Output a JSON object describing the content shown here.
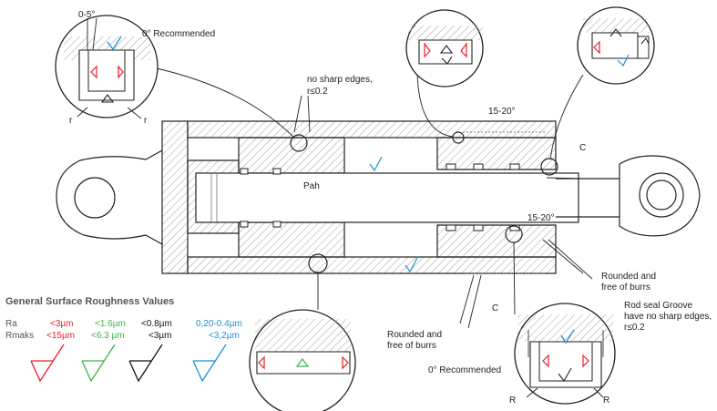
{
  "labels": {
    "angle_0_5": "0-5°",
    "recommended_top": "0° Recommended",
    "r_left": "r",
    "r_right": "r",
    "no_sharp_edges": "no sharp edges,",
    "r_le_02_top": "r≤0.2",
    "chamfer_top": "15-20°",
    "c_top": "C",
    "pah": "Pah",
    "chamfer_mid": "15-20°",
    "rounded_right_1": "Rounded and",
    "rounded_right_2": "free of burrs",
    "rod_seal_1": "Rod seal Groove",
    "rod_seal_2": "have no sharp edges,",
    "rod_seal_3": "r≤0.2",
    "c_bottom": "C",
    "rounded_bottom_1": "Rounded and",
    "rounded_bottom_2": "free of burrs",
    "recommended_bottom": "0° Recommended",
    "R_left": "R",
    "R_right": "R"
  },
  "legend": {
    "title": "General Surface Roughness Values",
    "row_labels": [
      "Ra",
      "Rmaks"
    ],
    "columns": [
      {
        "ra": "<3µm",
        "rmax": "<15µm",
        "color": "#e8202a"
      },
      {
        "ra": "<1.6µm",
        "rmax": "<6.3 µm",
        "color": "#3cb44b"
      },
      {
        "ra": "<0.8µm",
        "rmax": "<3µm",
        "color": "#111111"
      },
      {
        "ra": "0,20-0.4µm",
        "rmax": "<3,2µm",
        "color": "#1e90d6"
      }
    ]
  },
  "colors": {
    "line": "#222222",
    "hatch": "#9a9a9a",
    "red": "#e8202a",
    "green": "#3cb44b",
    "black": "#111111",
    "blue": "#1e90d6"
  }
}
